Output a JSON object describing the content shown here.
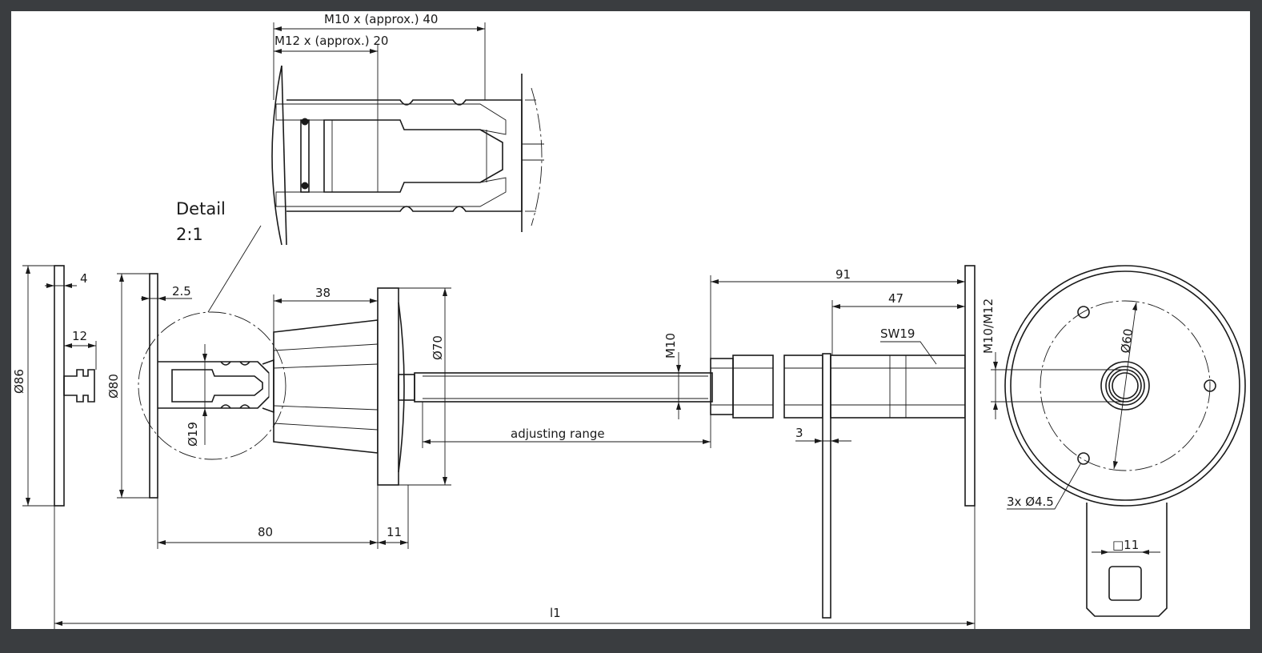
{
  "detail": {
    "title": "Detail",
    "scale": "2:1"
  },
  "dimensions": {
    "m10_depth": "M10 x (approx.) 40",
    "m12_depth": "M12 x (approx.) 20",
    "d86": "Ø86",
    "t4": "4",
    "d12": "12",
    "d80": "Ø80",
    "t2_5": "2.5",
    "d19": "Ø19",
    "len38": "38",
    "d70": "Ø70",
    "len80": "80",
    "len11": "11",
    "m10": "M10",
    "adjusting_range": "adjusting range",
    "len91": "91",
    "len47": "47",
    "sw19": "SW19",
    "t3": "3",
    "m10_m12": "M10/M12",
    "d60": "Ø60",
    "holes": "3x Ø4.5",
    "sq11": "□11",
    "l1": "l1"
  }
}
